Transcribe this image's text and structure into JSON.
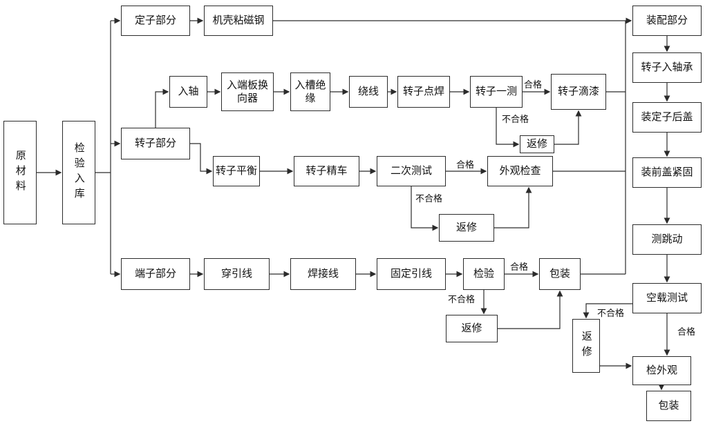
{
  "diagram": {
    "type": "flowchart",
    "language": "zh-CN",
    "line_color": "#2b2b2b",
    "box_background": "#ffffff",
    "nodes": [
      {
        "id": "raw-material",
        "label": "原材料",
        "vertical": true
      },
      {
        "id": "inspection-inbound",
        "label": "检验入库",
        "vertical": true
      },
      {
        "id": "stator-part",
        "label": "定子部分"
      },
      {
        "id": "casing-magnet-steel",
        "label": "机壳粘磁钢"
      },
      {
        "id": "rotor-part",
        "label": "转子部分"
      },
      {
        "id": "shaft-insert",
        "label": "入轴"
      },
      {
        "id": "end-plate-commutator",
        "label": "入端板换向器"
      },
      {
        "id": "slot-insulation",
        "label": "入槽绝缘"
      },
      {
        "id": "winding",
        "label": "绕线"
      },
      {
        "id": "rotor-spot-weld",
        "label": "转子点焊"
      },
      {
        "id": "rotor-first-test",
        "label": "转子一测"
      },
      {
        "id": "rotor-drip-paint",
        "label": "转子滴漆"
      },
      {
        "id": "rework-rotor-test",
        "label": "返修"
      },
      {
        "id": "rotor-balance",
        "label": "转子平衡"
      },
      {
        "id": "rotor-finish-turn",
        "label": "转子精车"
      },
      {
        "id": "second-test",
        "label": "二次测试"
      },
      {
        "id": "appearance-check",
        "label": "外观检查"
      },
      {
        "id": "rework-second-test",
        "label": "返修"
      },
      {
        "id": "terminal-part",
        "label": "端子部分"
      },
      {
        "id": "thread-lead-wire",
        "label": "穿引线"
      },
      {
        "id": "weld-wire",
        "label": "焊接线"
      },
      {
        "id": "fix-lead-wire",
        "label": "固定引线"
      },
      {
        "id": "inspection",
        "label": "检验"
      },
      {
        "id": "packaging-terminal",
        "label": "包装"
      },
      {
        "id": "rework-terminal",
        "label": "返修"
      },
      {
        "id": "assembly-part",
        "label": "装配部分"
      },
      {
        "id": "rotor-into-bearing",
        "label": "转子入轴承"
      },
      {
        "id": "mount-stator-back-cover",
        "label": "装定子后盖"
      },
      {
        "id": "mount-front-cover-fasten",
        "label": "装前盖紧固"
      },
      {
        "id": "runout-test",
        "label": "测跳动"
      },
      {
        "id": "no-load-test",
        "label": "空载测试"
      },
      {
        "id": "rework-no-load",
        "label": "返修",
        "vertical": true
      },
      {
        "id": "appearance-inspection",
        "label": "检外观"
      },
      {
        "id": "packaging-final",
        "label": "包装"
      }
    ],
    "edge_labels": [
      {
        "id": "pass-rotor-test",
        "text": "合格"
      },
      {
        "id": "fail-rotor-test",
        "text": "不合格"
      },
      {
        "id": "pass-second-test",
        "text": "合格"
      },
      {
        "id": "fail-second-test",
        "text": "不合格"
      },
      {
        "id": "pass-inspection",
        "text": "合格"
      },
      {
        "id": "fail-inspection",
        "text": "不合格"
      },
      {
        "id": "fail-no-load",
        "text": "不合格"
      },
      {
        "id": "pass-no-load",
        "text": "合格"
      }
    ]
  }
}
